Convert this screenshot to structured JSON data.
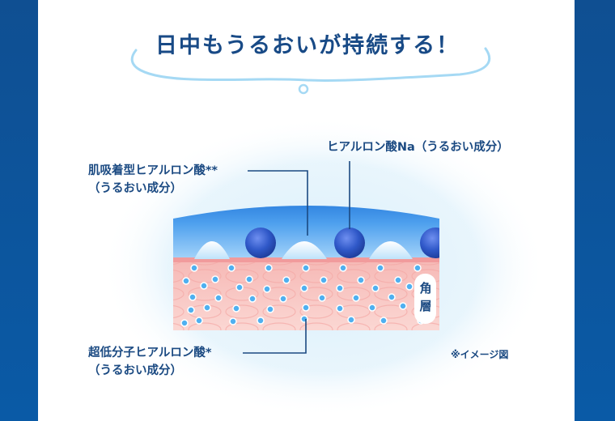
{
  "title": "日中もうるおいが持続する！",
  "labels": {
    "top_right": "ヒアルロン酸Na（うるおい成分）",
    "top_left_line1": "肌吸着型ヒアルロン酸**",
    "top_left_line2": "（うるおい成分）",
    "bottom_left_line1": "超低分子ヒアルロン酸*",
    "bottom_left_line2": "（うるおい成分）",
    "layer_line1": "角",
    "layer_line2": "層",
    "note": "※イメージ図"
  },
  "colors": {
    "side": "#0d5aa3",
    "title": "#184a86",
    "text": "#1b4a82",
    "gel": "#3a8ee6",
    "skin": "#f8c8c4",
    "sphere": "#2f58c8"
  }
}
